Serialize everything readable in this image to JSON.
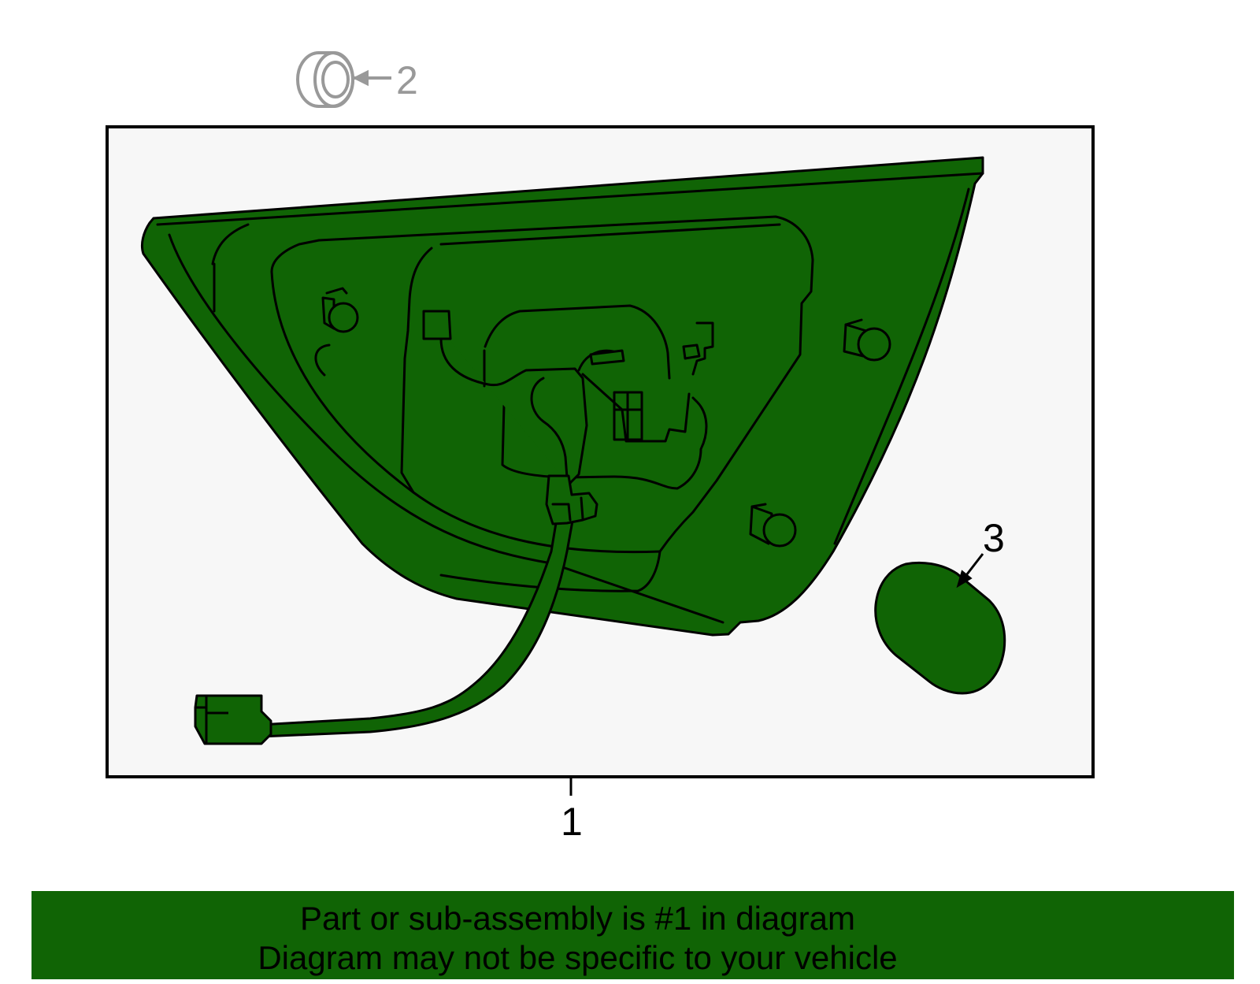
{
  "colors": {
    "part_fill": "#106405",
    "outline": "#000000",
    "panel_bg": "#f7f7f7",
    "ghost_part": "#999999",
    "banner_bg": "#106405"
  },
  "callouts": {
    "main_assembly": "1",
    "grommet": "2",
    "cap": "3"
  },
  "banner": {
    "line1": "Part or sub-assembly is #1 in diagram",
    "line2": "Diagram may not be specific to your vehicle"
  }
}
